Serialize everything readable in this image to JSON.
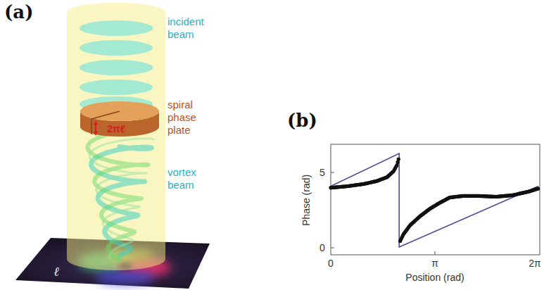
{
  "diagram": {
    "labels": [
      "(a)",
      "incident beam",
      "spiral phase plate",
      "2πℓ",
      "vortex beam",
      "ℓ",
      "(b)",
      "5",
      "0",
      "0",
      "π",
      "2π",
      "Phase (rad)",
      "Position (rad)"
    ]
  }
}
